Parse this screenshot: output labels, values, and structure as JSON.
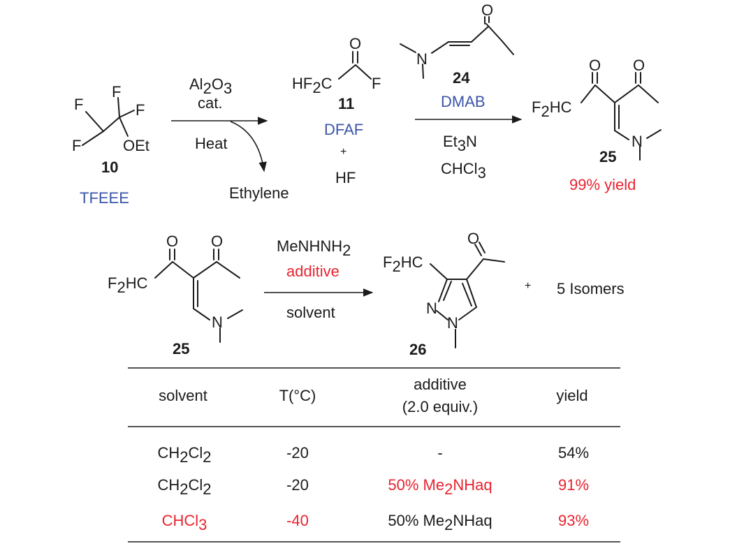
{
  "scheme1": {
    "tfeee": {
      "number": "10",
      "label": "TFEEE",
      "atom_f": "F",
      "atom_oet": "OEt"
    },
    "step1": {
      "reagent": "cat.",
      "conditions": "Heat",
      "byproduct": "Ethylene"
    },
    "dfaf": {
      "number": "11",
      "label": "DFAF",
      "plus": "+",
      "coproduct": "HF",
      "atom_f": "F",
      "atom_o": "O"
    },
    "dmab": {
      "number": "24",
      "label": "DMAB",
      "atom_n": "N",
      "atom_o": "O"
    },
    "step2": {
      "solvent_prefix": "CHCl"
    },
    "product25": {
      "number": "25",
      "yield": "99% yield",
      "atom_n": "N",
      "atom_o": "O"
    }
  },
  "scheme2": {
    "reactant": {
      "number": "25",
      "atom_n": "N",
      "atom_o": "O"
    },
    "reagents": {
      "additive": "additive",
      "solvent": "solvent"
    },
    "product26": {
      "number": "26",
      "atom_n": "N",
      "atom_o": "O"
    },
    "plus": "+",
    "isomers": "5 Isomers"
  },
  "table": {
    "headers": {
      "solvent": "solvent",
      "temp": "T(°C)",
      "additive_line1": "additive",
      "additive_line2": "(2.0 equiv.)",
      "yield": "yield"
    },
    "rows": [
      {
        "temp": "-20",
        "additive": "-",
        "yield": "54%"
      },
      {
        "temp": "-20",
        "yield": "91%"
      },
      {
        "temp": "-40",
        "yield": "93%"
      }
    ]
  },
  "colors": {
    "blue": "#3b55a8",
    "red": "#e8232f",
    "ink": "#1a1a1a"
  }
}
